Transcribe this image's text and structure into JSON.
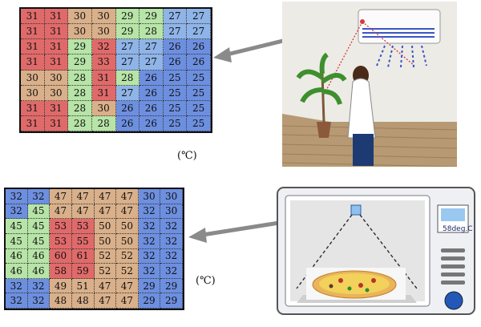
{
  "top_panel": {
    "unit": "(℃)",
    "temperatures": [
      [
        31,
        31,
        30,
        30,
        29,
        29,
        27,
        27
      ],
      [
        31,
        31,
        30,
        30,
        29,
        28,
        27,
        27
      ],
      [
        31,
        31,
        29,
        32,
        27,
        27,
        26,
        26
      ],
      [
        31,
        31,
        29,
        33,
        27,
        27,
        26,
        26
      ],
      [
        30,
        30,
        28,
        31,
        28,
        26,
        25,
        25
      ],
      [
        30,
        30,
        28,
        31,
        27,
        26,
        25,
        25
      ],
      [
        31,
        31,
        28,
        30,
        26,
        26,
        25,
        25
      ],
      [
        31,
        31,
        28,
        28,
        26,
        26,
        25,
        25
      ]
    ]
  },
  "bottom_panel": {
    "unit": "(℃)",
    "temperatures": [
      [
        32,
        32,
        47,
        47,
        47,
        47,
        30,
        30
      ],
      [
        32,
        45,
        47,
        47,
        47,
        47,
        32,
        30
      ],
      [
        45,
        45,
        53,
        53,
        50,
        50,
        32,
        32
      ],
      [
        45,
        45,
        53,
        55,
        50,
        50,
        32,
        32
      ],
      [
        46,
        46,
        60,
        61,
        52,
        52,
        32,
        32
      ],
      [
        46,
        46,
        58,
        59,
        52,
        52,
        32,
        32
      ],
      [
        32,
        32,
        49,
        51,
        47,
        47,
        29,
        29
      ],
      [
        32,
        32,
        48,
        48,
        47,
        47,
        29,
        29
      ]
    ]
  },
  "oven_display": "58deg.C",
  "colors": {
    "hot": "#e06a6a",
    "warm": "#d9b08a",
    "mild": "#b7e4a7",
    "cool": "#8fb4e8",
    "cold": "#6d8fe0",
    "arrow": "#8a8a8a"
  }
}
